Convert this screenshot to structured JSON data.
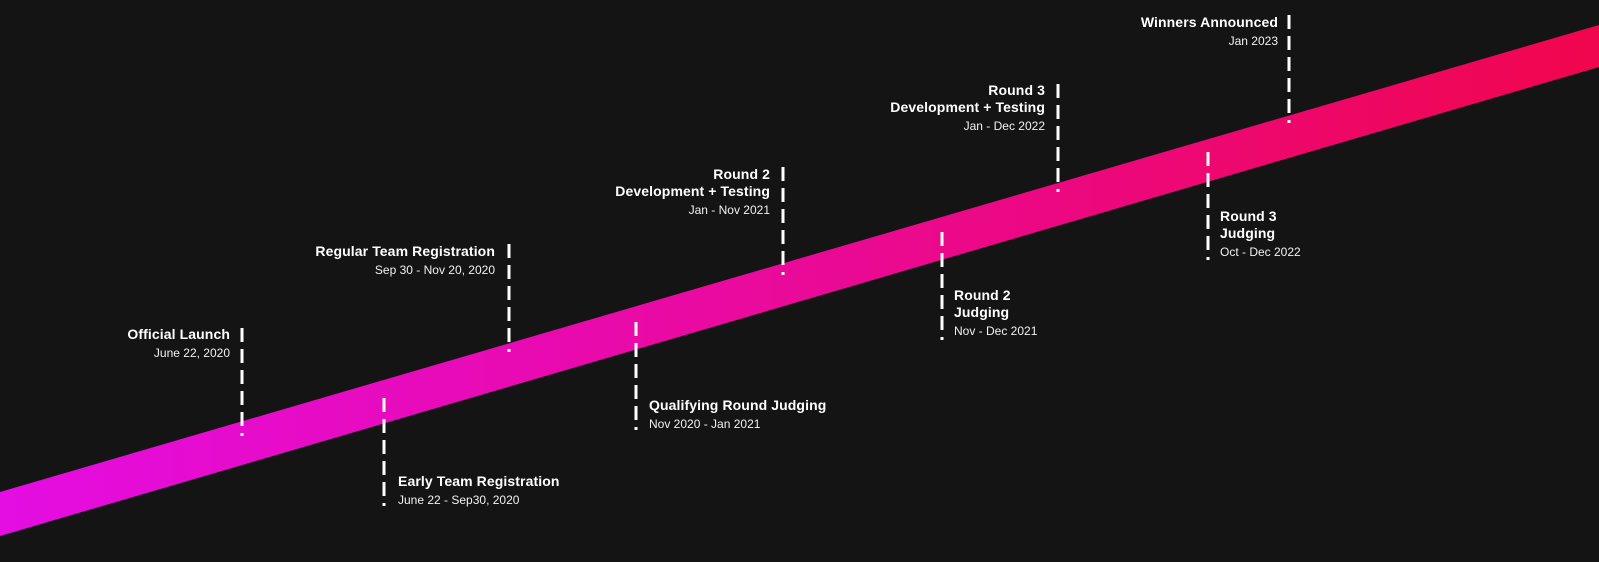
{
  "colors": {
    "background": "#141414",
    "band_start": "#e40de3",
    "band_end": "#f0064d",
    "marker": "#ffffff",
    "text": "#ffffff"
  },
  "milestones": [
    {
      "id": "official-launch",
      "title_lines": [
        "Official Launch"
      ],
      "date": "June 22, 2020"
    },
    {
      "id": "early-team-registration",
      "title_lines": [
        "Early Team Registration"
      ],
      "date": "June 22 - Sep30,  2020"
    },
    {
      "id": "regular-team-registration",
      "title_lines": [
        "Regular Team Registration"
      ],
      "date": "Sep 30 - Nov 20, 2020"
    },
    {
      "id": "qualifying-round-judging",
      "title_lines": [
        "Qualifying Round Judging"
      ],
      "date": "Nov 2020 - Jan 2021"
    },
    {
      "id": "round-2-development",
      "title_lines": [
        "Round 2",
        "Development + Testing"
      ],
      "date": "Jan - Nov 2021"
    },
    {
      "id": "round-2-judging",
      "title_lines": [
        "Round 2",
        "Judging"
      ],
      "date": "Nov - Dec 2021"
    },
    {
      "id": "round-3-development",
      "title_lines": [
        "Round 3",
        "Development + Testing"
      ],
      "date": "Jan - Dec 2022"
    },
    {
      "id": "round-3-judging",
      "title_lines": [
        "Round 3",
        "Judging"
      ],
      "date": "Oct - Dec 2022"
    },
    {
      "id": "winners-announced",
      "title_lines": [
        "Winners Announced"
      ],
      "date": "Jan 2023"
    }
  ]
}
